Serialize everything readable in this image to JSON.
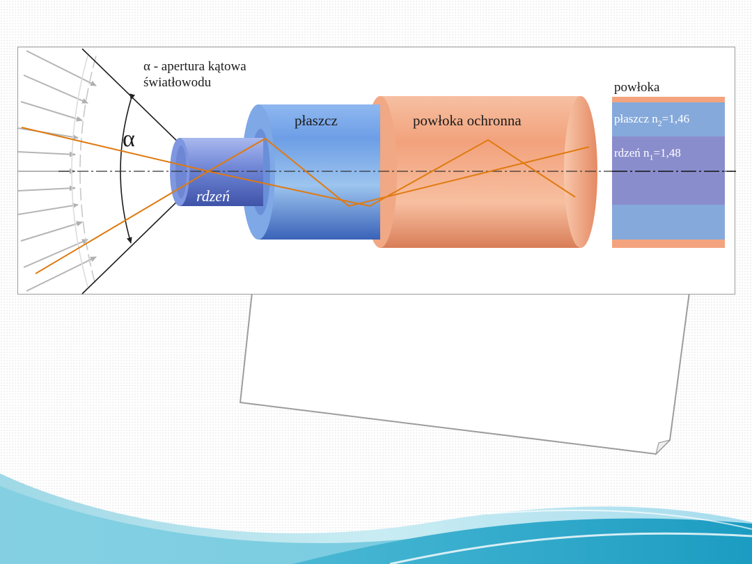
{
  "diagram": {
    "aperture_symbol": "α",
    "aperture_caption_line1": "α - apertura kątowa",
    "aperture_caption_line2": "światłowodu",
    "label_core": "rdzeń",
    "label_cladding": "płaszcz",
    "label_jacket": "powłoka ochronna",
    "crosssection": {
      "label_coating": "powłoka",
      "cladding_base": "płaszcz n",
      "cladding_sub": "2",
      "cladding_value": "=1,46",
      "core_base": "rdzeń n",
      "core_sub": "1",
      "core_value": "=1,48"
    }
  },
  "colors": {
    "ray": "#e07a10",
    "core": "#6b84d2",
    "cladding": "#5b8fd8",
    "jacket": "#f0a07a",
    "coating_band": "#f3a47f",
    "cladding_band": "#85a9da",
    "core_band": "#8a8dcc",
    "wave_light": "#cfeef4",
    "wave_dark": "#2aa6c8"
  }
}
